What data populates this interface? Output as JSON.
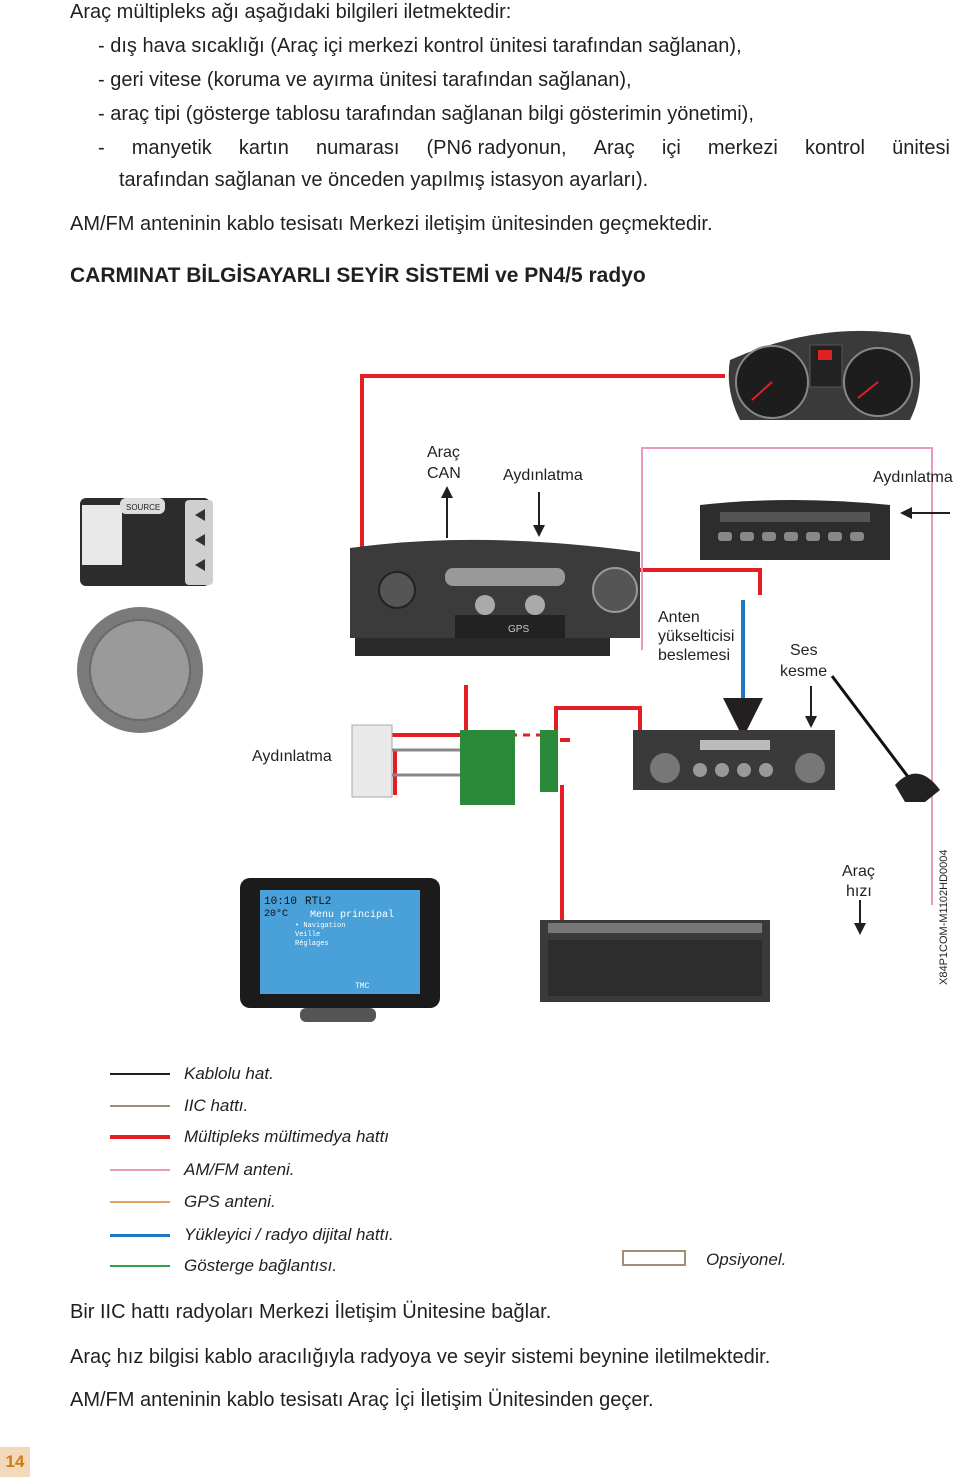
{
  "intro": "Araç mültipleks ağı aşağıdaki bilgileri iletmektedir:",
  "bullets": {
    "b1": "-  dış hava sıcaklığı (Araç içi merkezi kontrol ünitesi tarafından sağlanan),",
    "b2": "-  geri vitese (koruma ve ayırma ünitesi tarafından sağlanan),",
    "b3": "-  araç tipi (gösterge tablosu tarafından sağlanan bilgi gösterimin yönetimi),",
    "b4_words": [
      "-",
      "manyetik",
      "kartın",
      "numarası",
      "(PN6 radyonun,",
      "Araç",
      "içi",
      "merkezi",
      "kontrol",
      "ünitesi"
    ],
    "b4_cont": "tarafından sağlanan ve önceden yapılmış istasyon ayarları)."
  },
  "am_line": "AM/FM anteninin kablo tesisatı Merkezi iletişim ünitesinden geçmektedir.",
  "heading": "CARMINAT BİLGİSAYARLI SEYİR SİSTEMİ ve PN4/5 radyo",
  "diagram": {
    "label_arac_can_1": "Araç",
    "label_arac_can_2": "CAN",
    "label_aydinlatma_1": "Aydınlatma",
    "label_aydinlatma_2": "Aydınlatma",
    "label_aydinlatma_3": "Aydınlatma",
    "label_anten_1": "Anten",
    "label_anten_2": "yükselticisi",
    "label_anten_3": "beslemesi",
    "label_ses_1": "Ses",
    "label_ses_2": "kesme",
    "label_hiz_1": "Araç",
    "label_hiz_2": "hızı",
    "vertical_code": "X84P1COM-M1102HD0004",
    "source_label": "SOURCE",
    "gps_label": "GPS",
    "screen_time": "10:10",
    "screen_temp": "20°C",
    "screen_rtl": "RTL2",
    "screen_menu": "Menu principal",
    "screen_item1": "• Navigation",
    "screen_item2": "Veille",
    "screen_item3": "Réglages",
    "screen_tmc": "TMC"
  },
  "legend": [
    {
      "label": "Kablolu hat.",
      "color": "#231f20",
      "width": 2
    },
    {
      "label": "IIC hattı.",
      "color": "#a08f78",
      "width": 2
    },
    {
      "label": "Mültipleks mültimedya hattı",
      "color": "#e31e24",
      "width": 4
    },
    {
      "label": "AM/FM anteni.",
      "color": "#e89ac0",
      "width": 2
    },
    {
      "label": "GPS anteni.",
      "color": "#e0a060",
      "width": 2
    },
    {
      "label": "Yükleyici / radyo dijital hattı.",
      "color": "#1f78c1",
      "width": 3
    },
    {
      "label": "Gösterge bağlantısı.",
      "color": "#2ea44f",
      "width": 2
    }
  ],
  "optional_label": "Opsiyonel.",
  "footer": {
    "f1": "Bir IIC hattı radyoları Merkezi İletişim Ünitesine bağlar.",
    "f2": "Araç hız bilgisi kablo aracılığıyla radyoya ve seyir sistemi beynine iletilmektedir.",
    "f3": "AM/FM anteninin kablo tesisatı Araç İçi İletişim Ünitesinden geçer."
  },
  "page_number": "14",
  "colors": {
    "red": "#e31e24",
    "pink": "#e89ac0",
    "blue": "#1f78c1",
    "green": "#2ea44f",
    "tan": "#a08f78",
    "page_tab": "#f2d9b9"
  }
}
